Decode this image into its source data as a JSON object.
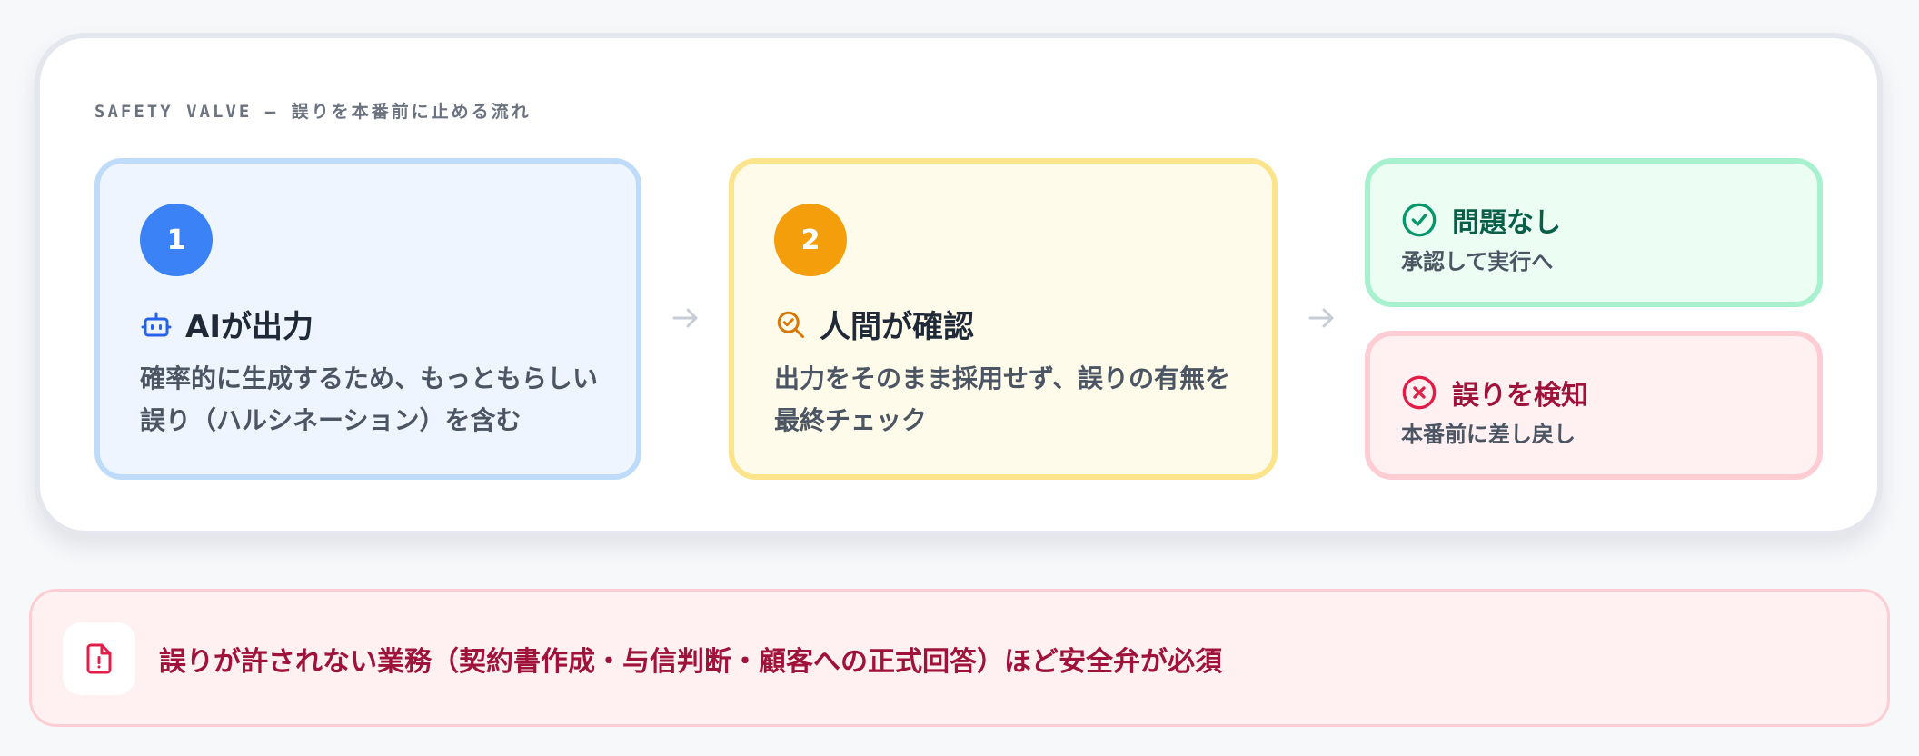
{
  "caption": "SAFETY VALVE – 誤りを本番前に止める流れ",
  "steps": [
    {
      "number": "1",
      "icon": "robot-icon",
      "title": "AIが出力",
      "description": "確率的に生成するため、もっともらしい誤り（ハルシネーション）を含む",
      "accent_color": "#3b82f6"
    },
    {
      "number": "2",
      "icon": "magnifier-check-icon",
      "title": "人間が確認",
      "description": "出力をそのまま採用せず、誤りの有無を最終チェック",
      "accent_color": "#f59e0b"
    }
  ],
  "outcomes": {
    "ok": {
      "icon": "check-circle-icon",
      "title": "問題なし",
      "description": "承認して実行へ",
      "color": "#059669"
    },
    "ng": {
      "icon": "x-circle-icon",
      "title": "誤りを検知",
      "description": "本番前に差し戻し",
      "color": "#e11d48"
    }
  },
  "warning": {
    "icon": "alert-document-icon",
    "text": "誤りが許されない業務（契約書作成・与信判断・顧客への正式回答）ほど安全弁が必須",
    "color": "#be123c"
  }
}
